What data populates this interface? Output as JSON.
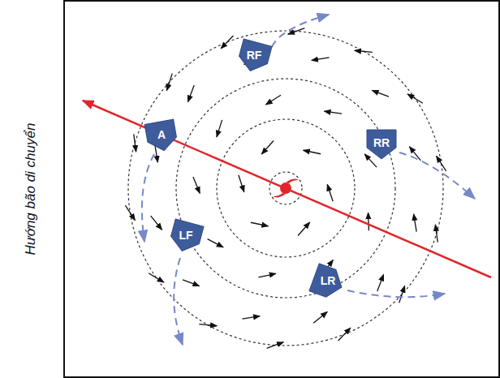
{
  "diagram": {
    "nodes": [
      {
        "text": [
          "RF"
        ]
      },
      {
        "text": [
          "A"
        ]
      },
      {
        "text": [
          "RR"
        ]
      },
      {
        "text": [
          "LF"
        ]
      },
      {
        "text": [
          "LR"
        ]
      }
    ],
    "labels": [
      "Hướng bão di chuyển"
    ]
  }
}
